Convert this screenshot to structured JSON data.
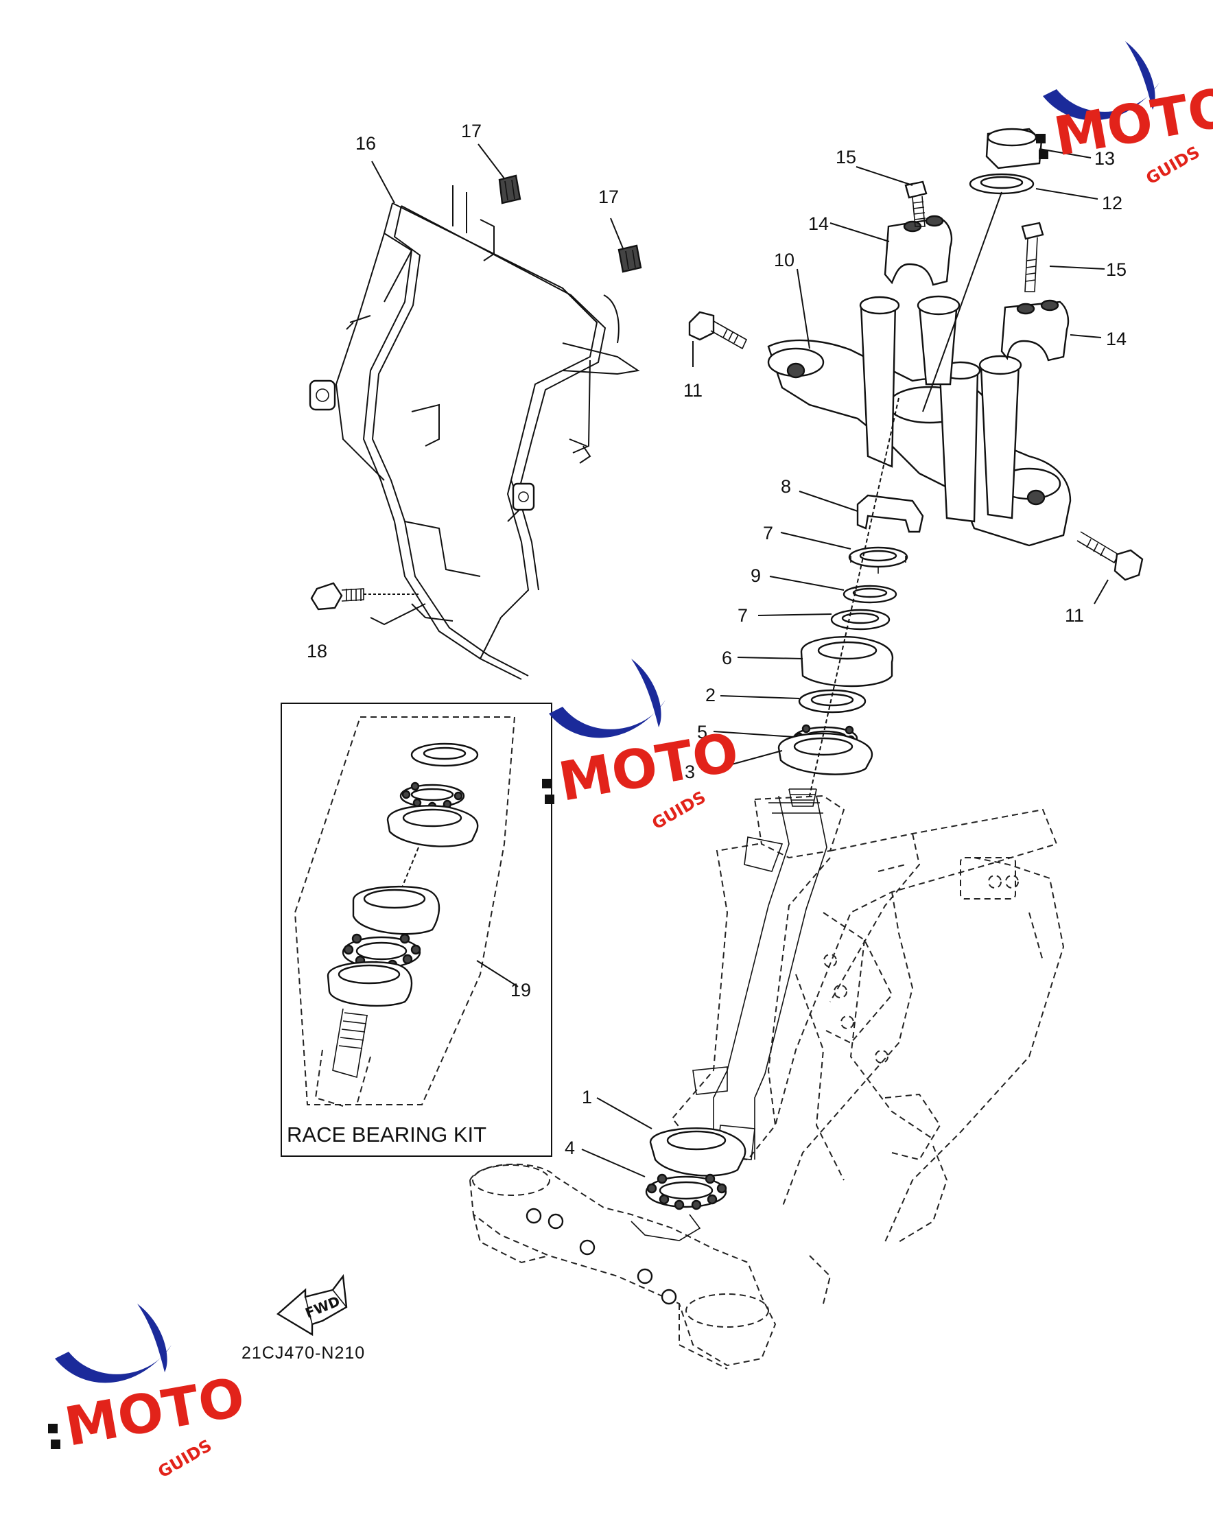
{
  "diagram": {
    "callouts": [
      {
        "id": "c16",
        "label": "16"
      },
      {
        "id": "c17a",
        "label": "17"
      },
      {
        "id": "c17b",
        "label": "17"
      },
      {
        "id": "c18",
        "label": "18"
      },
      {
        "id": "c15a",
        "label": "15"
      },
      {
        "id": "c15b",
        "label": "15"
      },
      {
        "id": "c13",
        "label": "13"
      },
      {
        "id": "c12",
        "label": "12"
      },
      {
        "id": "c14a",
        "label": "14"
      },
      {
        "id": "c14b",
        "label": "14"
      },
      {
        "id": "c10",
        "label": "10"
      },
      {
        "id": "c11a",
        "label": "11"
      },
      {
        "id": "c11b",
        "label": "11"
      },
      {
        "id": "c8",
        "label": "8"
      },
      {
        "id": "c7a",
        "label": "7"
      },
      {
        "id": "c9",
        "label": "9"
      },
      {
        "id": "c7b",
        "label": "7"
      },
      {
        "id": "c6",
        "label": "6"
      },
      {
        "id": "c2",
        "label": "2"
      },
      {
        "id": "c5",
        "label": "5"
      },
      {
        "id": "c3",
        "label": "3"
      },
      {
        "id": "c1",
        "label": "1"
      },
      {
        "id": "c4",
        "label": "4"
      },
      {
        "id": "c19",
        "label": "19"
      }
    ],
    "kit_title": "RACE BEARING KIT",
    "fwd_label": "FWD",
    "diagram_code": "21CJ470-N210"
  },
  "watermark": {
    "letters": "MOTO",
    "suffix": "GUIDS",
    "colors": {
      "red": "#e2231a",
      "blue": "#1b2a9a",
      "black": "#111111"
    }
  }
}
